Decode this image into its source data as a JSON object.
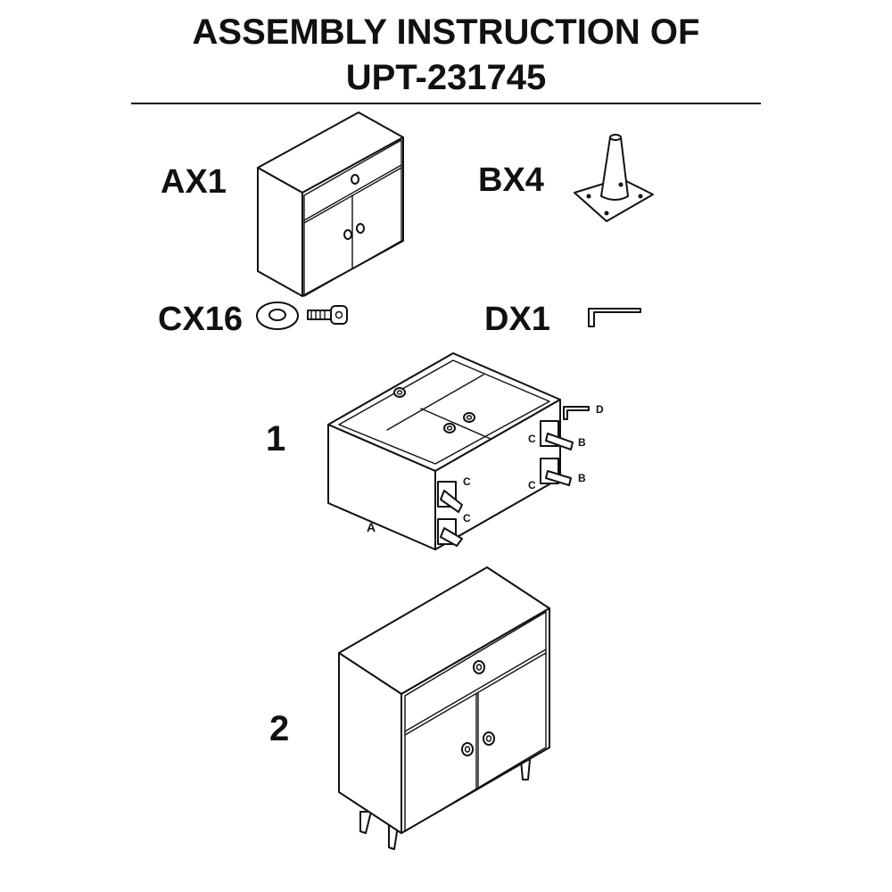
{
  "header": {
    "title_line1": "ASSEMBLY INSTRUCTION OF",
    "title_line2": "UPT-231745"
  },
  "parts": {
    "a": {
      "label": "AX1",
      "icon": "cabinet-icon"
    },
    "b": {
      "label": "BX4",
      "icon": "leg-icon"
    },
    "c": {
      "label": "CX16",
      "icon": "washer-screw-icon"
    },
    "d": {
      "label": "DX1",
      "icon": "allen-key-icon"
    }
  },
  "steps": {
    "step1": {
      "number": "1",
      "callouts": {
        "d": "D",
        "a": "A",
        "c1": "C",
        "c2": "C",
        "c3": "C",
        "c4": "C",
        "b1": "B",
        "b2": "B"
      }
    },
    "step2": {
      "number": "2"
    }
  },
  "colors": {
    "ink": "#111111",
    "background": "#ffffff"
  }
}
